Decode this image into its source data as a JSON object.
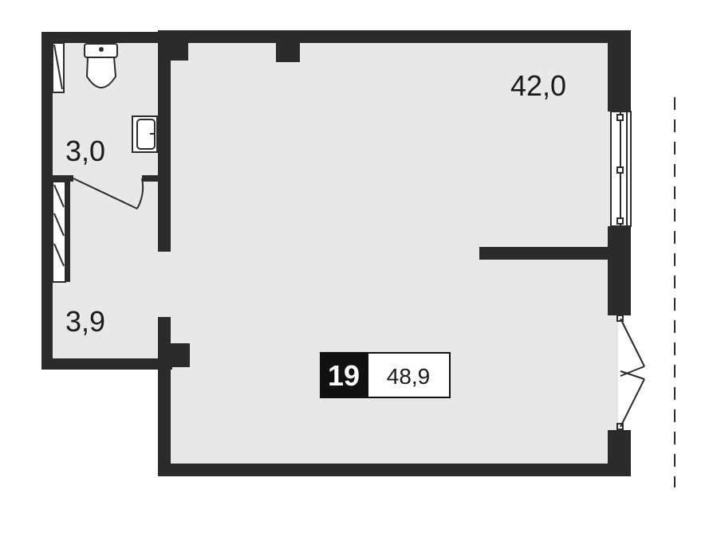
{
  "plan": {
    "rooms": {
      "main_room": {
        "area": "42,0"
      },
      "bathroom": {
        "area": "3,0"
      },
      "hallway": {
        "area": "3,9"
      }
    },
    "apartment_badge": {
      "number": "19",
      "total_area": "48,9"
    }
  },
  "colors": {
    "wall": "#2b2b2b",
    "floor": "#e8e8e8",
    "background": "#ffffff",
    "badge_fill": "#111111"
  }
}
